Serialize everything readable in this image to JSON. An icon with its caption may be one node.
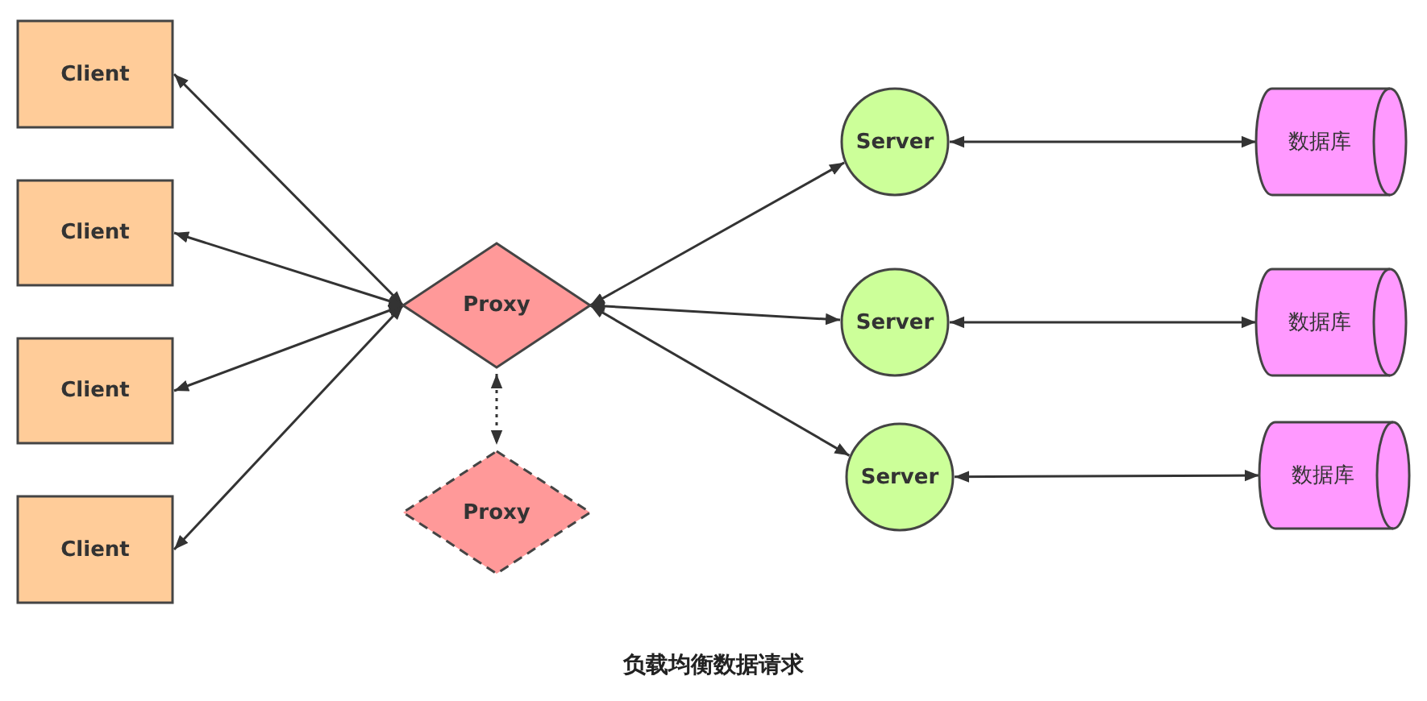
{
  "diagram": {
    "caption": "负载均衡数据请求",
    "nodes": [
      {
        "text": [
          "Client"
        ]
      },
      {
        "text": [
          "Client"
        ]
      },
      {
        "text": [
          "Client"
        ]
      },
      {
        "text": [
          "Client"
        ]
      },
      {
        "text": [
          "Proxy"
        ]
      },
      {
        "text": [
          "Proxy"
        ]
      },
      {
        "text": [
          "Server"
        ]
      },
      {
        "text": [
          "Server"
        ]
      },
      {
        "text": [
          "Server"
        ]
      },
      {
        "text": [
          "数据库"
        ]
      },
      {
        "text": [
          "数据库"
        ]
      },
      {
        "text": [
          "数据库"
        ]
      }
    ],
    "edges": [
      {
        "from": 4,
        "to": 0,
        "arrow": "both"
      },
      {
        "from": 4,
        "to": 1,
        "arrow": "both"
      },
      {
        "from": 4,
        "to": 2,
        "arrow": "both"
      },
      {
        "from": 4,
        "to": 3,
        "arrow": "both"
      },
      {
        "from": 4,
        "to": 6,
        "arrow": "both"
      },
      {
        "from": 4,
        "to": 7,
        "arrow": "both"
      },
      {
        "from": 4,
        "to": 8,
        "arrow": "both"
      },
      {
        "from": 4,
        "to": 5,
        "arrow": "both",
        "style": "dashed"
      },
      {
        "from": 6,
        "to": 9,
        "arrow": "both"
      },
      {
        "from": 7,
        "to": 10,
        "arrow": "both"
      },
      {
        "from": 8,
        "to": 11,
        "arrow": "both"
      }
    ]
  }
}
